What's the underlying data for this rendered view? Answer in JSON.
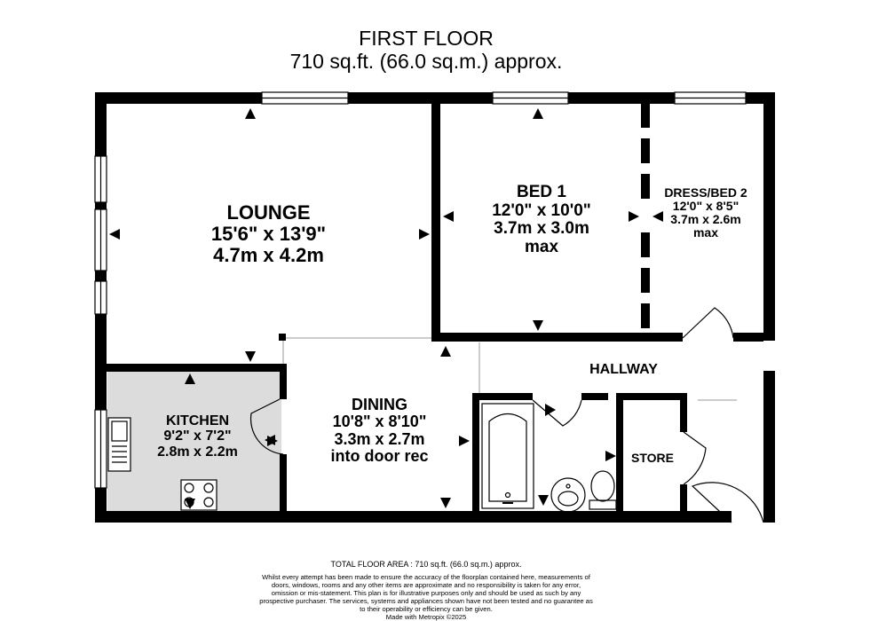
{
  "header": {
    "floor": "FIRST FLOOR",
    "area": "710 sq.ft. (66.0 sq.m.) approx."
  },
  "rooms": {
    "lounge": {
      "name": "LOUNGE",
      "imperial": "15'6\"  x 13'9\"",
      "metric": "4.7m  x 4.2m"
    },
    "bed1": {
      "name": "BED 1",
      "imperial": "12'0\"  x 10'0\"",
      "metric": "3.7m  x 3.0m",
      "note": "max"
    },
    "dress_bed2": {
      "name": "DRESS/BED 2",
      "imperial": "12'0\"  x 8'5\"",
      "metric": "3.7m  x 2.6m",
      "note": "max"
    },
    "kitchen": {
      "name": "KITCHEN",
      "imperial": "9'2\"  x 7'2\"",
      "metric": "2.8m  x 2.2m"
    },
    "dining": {
      "name": "DINING",
      "imperial": "10'8\"  x 8'10\"",
      "metric": "3.3m  x 2.7m",
      "note": "into door rec"
    },
    "hallway": {
      "name": "HALLWAY"
    },
    "store": {
      "name": "STORE"
    }
  },
  "footer": {
    "total_area": "TOTAL FLOOR AREA : 710 sq.ft. (66.0 sq.m.) approx.",
    "disclaimer": "Whilst every attempt has been made to ensure the accuracy of the floorplan contained here, measurements of doors, windows, rooms and any other items are approximate and no responsibility is taken for any error, omission or mis-statement. This plan is for illustrative purposes only and should be used as such by any prospective purchaser. The services, systems and appliances shown have not been tested and no guarantee as to their operability or efficiency can be given.",
    "credit": "Made with Metropix ©2025"
  },
  "colors": {
    "wall": "#000000",
    "kitchen_floor": "#dcdcdc",
    "background": "#ffffff"
  }
}
